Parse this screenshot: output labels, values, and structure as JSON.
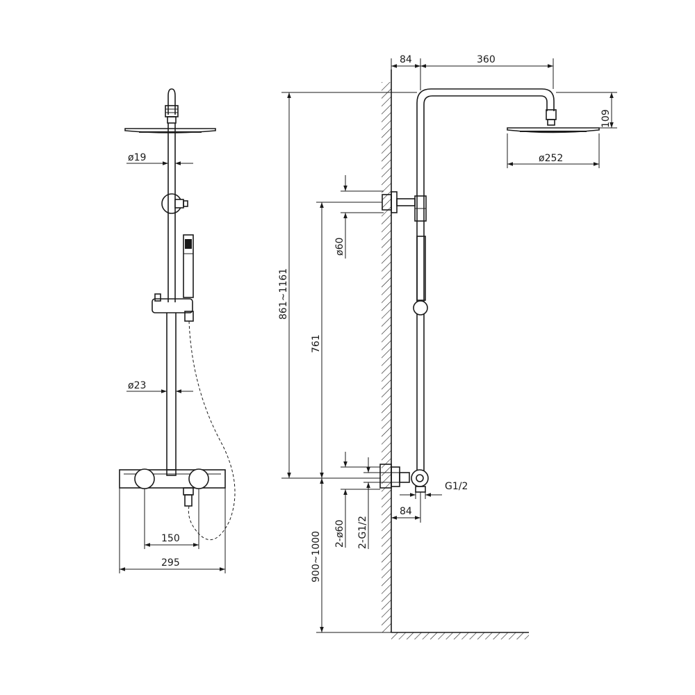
{
  "dimensions": {
    "head_diameter": "ø252",
    "head_drop": "109",
    "arm_offset": "84",
    "arm_length": "360",
    "pipe_upper_diameter": "ø19",
    "pipe_lower_diameter": "ø23",
    "total_height": "861~1161",
    "riser_height": "761",
    "install_height": "900~1000",
    "bracket_diameter": "ø60",
    "flange_diameter": "2-ø60",
    "inlet_thread": "2-G1/2",
    "outlet_thread": "G1/2",
    "bottom_offset": "84",
    "inlet_spacing": "150",
    "valve_width": "295"
  }
}
